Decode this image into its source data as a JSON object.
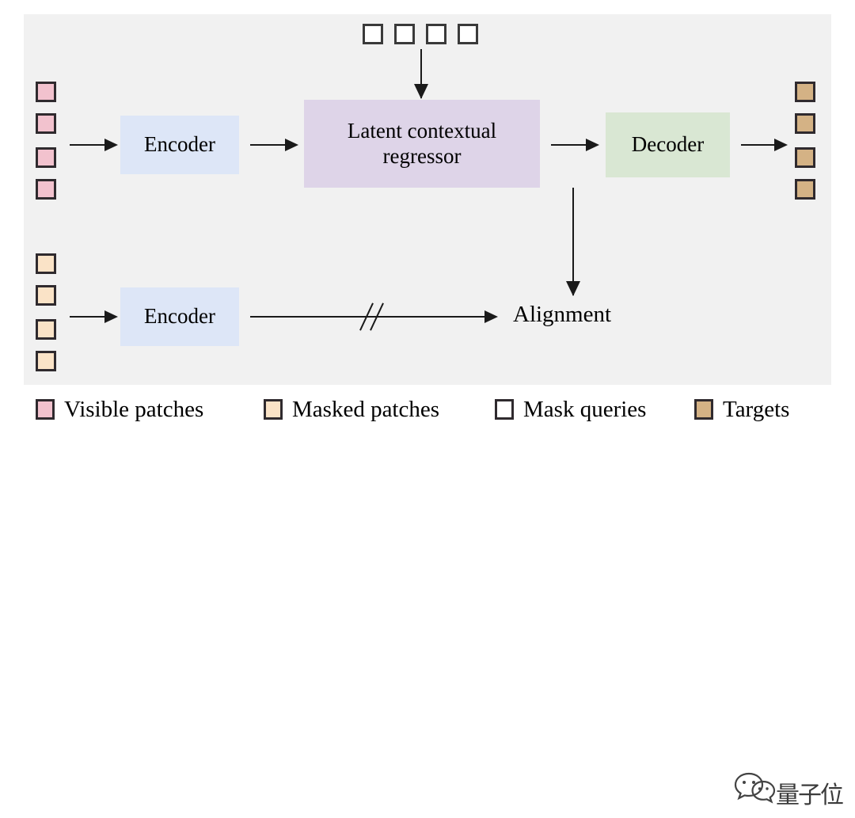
{
  "figure": {
    "background_color": "#f1f1f1",
    "page_background": "#ffffff",
    "boxes": {
      "encoder_top": "Encoder",
      "encoder_bottom": "Encoder",
      "regressor_line1": "Latent contextual",
      "regressor_line2": "regressor",
      "decoder": "Decoder"
    },
    "labels": {
      "alignment": "Alignment"
    },
    "colors": {
      "encoder": "#dde6f7",
      "regressor": "#ded4e8",
      "decoder": "#d9e7d3",
      "visible_patch": "#f2c2ce",
      "masked_patch": "#fae3c7",
      "mask_query": "#ffffff",
      "target_patch": "#d4b285",
      "stroke": "#2f2a2e",
      "arrow": "#1a1a1a"
    },
    "patch_counts": {
      "visible_patches": 4,
      "masked_patches": 4,
      "mask_queries": 4,
      "targets": 4
    }
  },
  "legend": {
    "items": [
      {
        "label": "Visible patches",
        "swatch": "visible"
      },
      {
        "label": "Masked patches",
        "swatch": "masked"
      },
      {
        "label": "Mask queries",
        "swatch": "queries"
      },
      {
        "label": "Targets",
        "swatch": "targets"
      }
    ]
  },
  "watermark": {
    "icon": "wechat-icon",
    "text": "量子位"
  }
}
